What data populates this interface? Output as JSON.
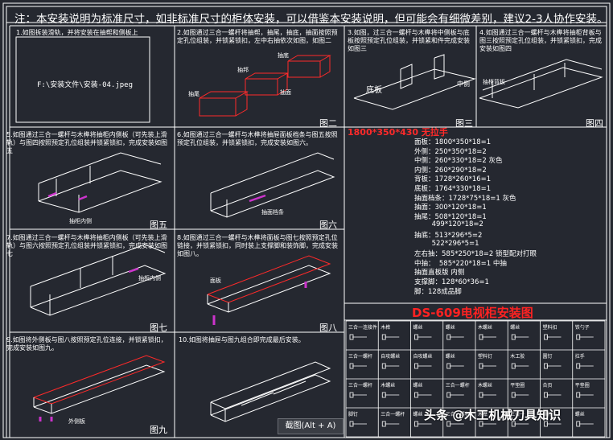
{
  "title": "注：本安装说明为标准尺寸，如非标准尺寸的柜体安装，可以借鉴本安装说明，但可能会有细微差别，建议2-3人协作安装。",
  "steps": [
    {
      "text": "1.如图拆装滑轨，并将安装在抽帮和侧板上",
      "image_path": "F:\\安装文件\\安装-04.jpeg"
    },
    {
      "text": "2.如图通过三合一螺杆将抽帮，抽尾，抽底，抽面按照预定孔位组装，并锁紧锁扣，左中右抽依次如图，如图二",
      "fig": "图二",
      "labels": [
        "抽邦",
        "抽底",
        "抽尾",
        "抽面"
      ]
    },
    {
      "text": "3.如图，过三合一螺杆与木榫将中侧板与底板按照预定孔位组装，并锁紧和件完成安装如图三",
      "fig": "图三",
      "labels": [
        "底板",
        "中侧"
      ]
    },
    {
      "text": "4.如图通过三合一螺杆与木榫将抽柜背板与图三按照预定孔位组装，并锁紧锁扣，完成安装如图四",
      "fig": "图四",
      "labels": [
        "抽柜背板"
      ]
    },
    {
      "text": "5.如图通过三合一螺杆与木榫将抽柜内侧板（可先装上滑轨）与图四按照预定孔位组装并锁紧锁扣，完成安装如图五",
      "fig": "图五",
      "labels": [
        "抽柜内侧"
      ]
    },
    {
      "text": "6.如图通过三合一螺杆与木榫将抽屉面板档条与图五按照预定孔位组装，并锁紧锁扣，完成安装如图六。",
      "fig": "图六",
      "labels": [
        "抽面档条"
      ]
    },
    {
      "text": "7.如图通过三合一螺杆与木榫将抽柜内侧板（可先装上滑轨）与图六按照预定孔位组装并锁紧锁扣，完成安装如图七",
      "fig": "图七",
      "labels": [
        "抽柜内侧"
      ]
    },
    {
      "text": "8.如图通过三合一螺杆与木榫将面板与图七按照预定孔位链接，并锁紧锁扣，同时装上支撑脚和装饰脚，完成安装如图八。",
      "fig": "图八",
      "labels": [
        "面板"
      ]
    },
    {
      "text": "9.如图将外侧板与图八按照预定孔位连接，并锁紧锁扣，完成安装如图九。",
      "fig": "图九",
      "labels": [
        "外侧板"
      ]
    },
    {
      "text": "10.如图将抽屉与图九组合即完成最后安装。",
      "fig": ""
    }
  ],
  "spec_header": "1800*350*430  无拉手",
  "specs": [
    "面板：1800*350*18=1",
    "外侧：250*350*18=2",
    "中侧：260*330*18=2 灰色",
    "内侧：260*290*18=2",
    "背板：1728*260*16=1",
    "底板：1764*330*18=1",
    "抽面档条：1728*75*18=1 灰色",
    "抽面：300*120*18=1",
    "抽尾：508*120*18=1",
    "        499*120*18=2",
    "抽底：513*296*5=2",
    "        522*296*5=1",
    "左右抽：585*250*18=2 锁型配对打眼",
    "中抽：  585*220*18=1 中抽",
    "抽面直板版 内侧",
    "支撑脚：128*60*36=1",
    "脚：128成品脚"
  ],
  "diagram_title": "DS-609电视柜安装图",
  "parts": [
    "三合一连接件",
    "木榫",
    "螺丝",
    "螺丝",
    "木螺丝",
    "螺丝",
    "塑料扣",
    "铁勺子",
    "三合一螺杆",
    "自攻螺丝",
    "自攻螺丝",
    "螺丝",
    "塑料钉",
    "木工胶",
    "圆钉",
    "拉手",
    "三合一螺杆",
    "木螺丝",
    "螺丝",
    "三合一螺杆",
    "木螺丝",
    "平垫圈",
    "合页",
    "平垫圈",
    "脚钉",
    "三合一螺杆",
    "螺丝",
    "三合一螺杆",
    "木榫",
    "三合一",
    "螺杆",
    "螺丝"
  ],
  "tooltip": "截图(Alt + A)",
  "watermark": "头条 @木工机械刀具知识",
  "colors": {
    "background": "#252830",
    "line": "#ffffff",
    "accent": "#ff2a2a",
    "hardware": "#cc33cc"
  }
}
